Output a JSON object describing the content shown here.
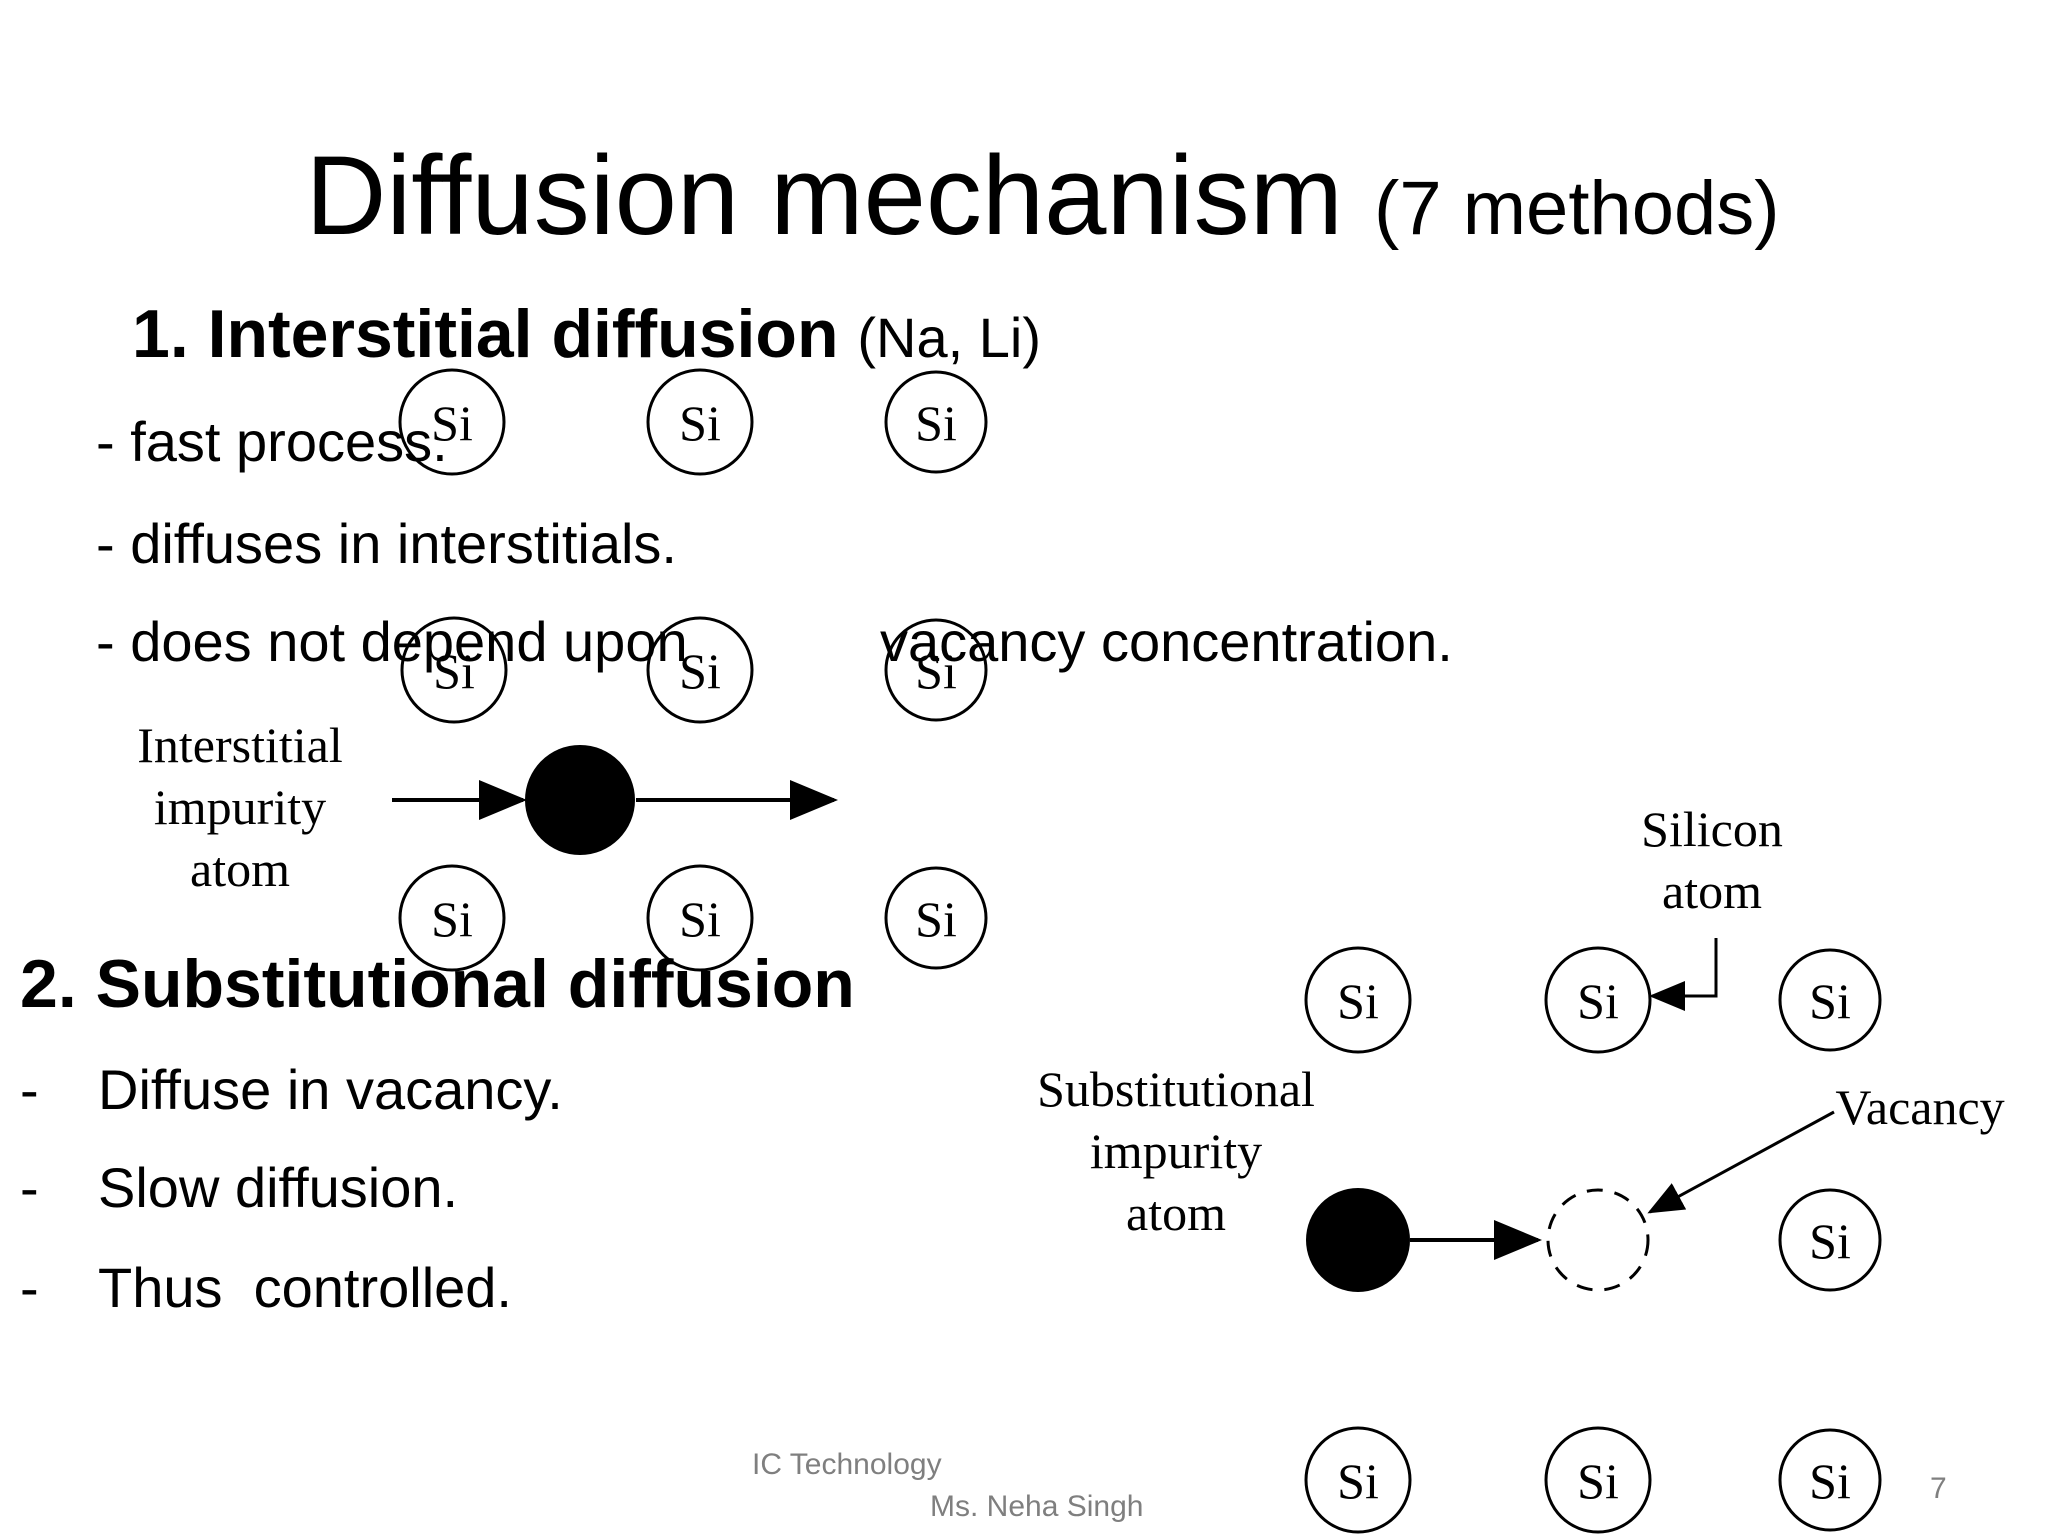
{
  "title": {
    "main": "Diffusion mechanism",
    "sub": "(7 methods)"
  },
  "section1": {
    "heading": "1. Interstitial diffusion",
    "elements": "(Na, Li)",
    "bullets": [
      "- fast process.",
      "- diffuses in interstitials.",
      "- does not depend upon",
      "vacancy concentration."
    ]
  },
  "section2": {
    "heading": "2. Substitutional diffusion",
    "dash": "-",
    "bullets": [
      "Diffuse in vacancy.",
      "Slow diffusion.",
      "Thus  controlled."
    ]
  },
  "diagram1": {
    "atom_symbol": "Si",
    "label": [
      "Interstitial",
      "impurity",
      "atom"
    ]
  },
  "diagram2": {
    "atom_symbol": "Si",
    "silicon_label": [
      "Silicon",
      "atom"
    ],
    "impurity_label": [
      "Substitutional",
      "impurity",
      "atom"
    ],
    "vacancy_label": "Vacancy"
  },
  "footer": {
    "course": "IC Technology",
    "author": "Ms. Neha Singh",
    "page": "7"
  }
}
